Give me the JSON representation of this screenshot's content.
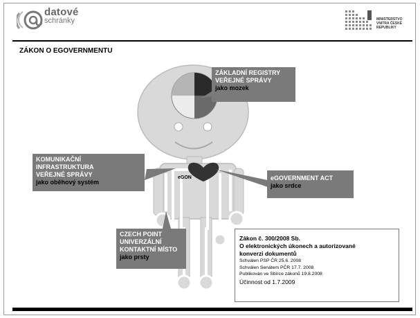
{
  "header": {
    "logo_line1": "datové",
    "logo_line2": "schránky",
    "ministry_text": "MINISTERSTVO VNITRA ČESKÉ REPUBLIKY"
  },
  "slide": {
    "title": "ZÁKON O EGOVERNMENTU",
    "figure_label": "eGON"
  },
  "callouts": {
    "registry": {
      "lines": [
        "ZÁKLADNÍ REGISTRY",
        "VEŘEJNÉ SPRÁVY"
      ],
      "strong": "jako mozek"
    },
    "communication": {
      "lines": [
        "KOMUNIKAČNÍ",
        "INFRASTRUKTURA",
        "VEŘEJNÉ SPRÁVY"
      ],
      "strong": "jako oběhový systém"
    },
    "act": {
      "lines": [
        "eGOVERNMENT ACT"
      ],
      "strong": "jako srdce"
    },
    "czechpoint": {
      "lines": [
        "CZECH POINT",
        "UNIVERZÁLNÍ",
        "KONTAKTNÍ MÍSTO"
      ],
      "strong": "jako prsty"
    }
  },
  "infobox": {
    "line1": "Zákon č. 300/2008 Sb.",
    "line2": "O elektronických úkonech a autorizované",
    "line3": "konverzi dokumentů",
    "approved_psp": "Schválen PSP ČR 25.6. 2008",
    "approved_senate": "Schválen Senátem PČR 17.7. 2008",
    "published": "Publikován ve Sbírce zákonů 19.8.2008",
    "effective": "Účinnost od 1.7.2009"
  }
}
